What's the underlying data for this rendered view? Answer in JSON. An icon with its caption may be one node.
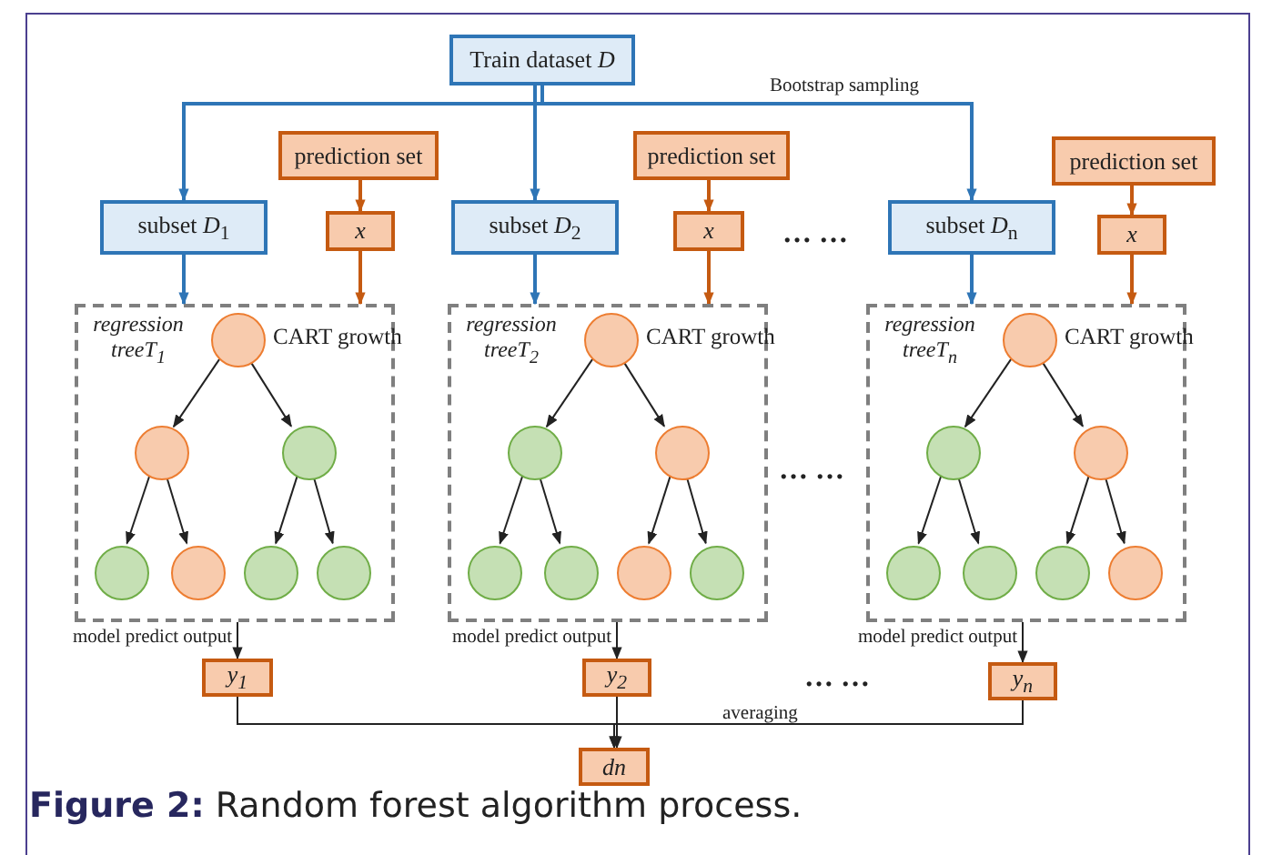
{
  "diagram": {
    "caption": "**Figure 2:** Random forest algorithm process.",
    "nodes": [
      {
        "text": [
          "Train dataset *D*"
        ]
      },
      {
        "text": [
          "prediction set"
        ]
      },
      {
        "text": [
          "prediction set"
        ]
      },
      {
        "text": [
          "prediction set"
        ]
      },
      {
        "text": [
          "subset *D*$_{1}$"
        ]
      },
      {
        "text": [
          "x"
        ]
      },
      {
        "text": [
          "subset *D*$_{2}$"
        ]
      },
      {
        "text": [
          "x"
        ]
      },
      {
        "text": [
          "subset *D*$_{n}$"
        ]
      },
      {
        "text": [
          "x"
        ]
      },
      {
        "text": [
          "regression treeT$_{1}$",
          "CART growth"
        ]
      },
      {
        "text": [],
        "shape": "circle",
        "in": 10
      },
      {
        "text": [],
        "shape": "circle",
        "in": 10
      },
      {
        "text": [],
        "shape": "circle",
        "in": 10
      },
      {
        "text": [],
        "shape": "circle",
        "in": 10
      },
      {
        "text": [],
        "shape": "circle",
        "in": 10
      },
      {
        "text": [],
        "shape": "circle",
        "in": 10
      },
      {
        "text": [],
        "shape": "circle",
        "in": 10
      },
      {
        "text": [
          "regression treeT$_{2}$",
          "CART growth"
        ]
      },
      {
        "text": [],
        "shape": "circle",
        "in": 18
      },
      {
        "text": [],
        "shape": "circle",
        "in": 18
      },
      {
        "text": [],
        "shape": "circle",
        "in": 18
      },
      {
        "text": [],
        "shape": "circle",
        "in": 18
      },
      {
        "text": [],
        "shape": "circle",
        "in": 18
      },
      {
        "text": [],
        "shape": "circle",
        "in": 18
      },
      {
        "text": [],
        "shape": "circle",
        "in": 18
      },
      {
        "text": [
          "regression treeT$_{n}$",
          "CART growth"
        ]
      },
      {
        "text": [],
        "shape": "circle",
        "in": 26
      },
      {
        "text": [],
        "shape": "circle",
        "in": 26
      },
      {
        "text": [],
        "shape": "circle",
        "in": 26
      },
      {
        "text": [],
        "shape": "circle",
        "in": 26
      },
      {
        "text": [],
        "shape": "circle",
        "in": 26
      },
      {
        "text": [],
        "shape": "circle",
        "in": 26
      },
      {
        "text": [],
        "shape": "circle",
        "in": 26
      },
      {
        "text": [
          "y$_{1}$"
        ]
      },
      {
        "text": [
          "y$_{2}$"
        ]
      },
      {
        "text": [
          "y$_{n}$"
        ]
      },
      {
        "text": [
          "dn"
        ]
      }
    ],
    "edges": [
      {
        "from": 0,
        "to": 4,
        "arrow": "to",
        "color": "#2e75b6"
      },
      {
        "from": 0,
        "to": 6,
        "arrow": "to",
        "color": "#2e75b6"
      },
      {
        "from": 0,
        "to": 8,
        "arrow": "to",
        "color": "#2e75b6",
        "label": "Bootstrap sampling"
      },
      {
        "from": 1,
        "to": 5,
        "arrow": "to",
        "color": "#c55a11"
      },
      {
        "from": 2,
        "to": 7,
        "arrow": "to",
        "color": "#c55a11"
      },
      {
        "from": 3,
        "to": 9,
        "arrow": "to",
        "color": "#c55a11"
      },
      {
        "from": 4,
        "to": 10,
        "arrow": "to",
        "color": "#2e75b6"
      },
      {
        "from": 5,
        "to": 10,
        "arrow": "to",
        "color": "#c55a11"
      },
      {
        "from": 6,
        "to": 18,
        "arrow": "to",
        "color": "#2e75b6"
      },
      {
        "from": 7,
        "to": 18,
        "arrow": "to",
        "color": "#c55a11"
      },
      {
        "from": 8,
        "to": 26,
        "arrow": "to",
        "color": "#2e75b6"
      },
      {
        "from": 9,
        "to": 26,
        "arrow": "to",
        "color": "#c55a11"
      },
      {
        "from": 11,
        "to": 12,
        "arrow": "to"
      },
      {
        "from": 11,
        "to": 13,
        "arrow": "to"
      },
      {
        "from": 12,
        "to": 14,
        "arrow": "to"
      },
      {
        "from": 12,
        "to": 15,
        "arrow": "to"
      },
      {
        "from": 13,
        "to": 16,
        "arrow": "to"
      },
      {
        "from": 13,
        "to": 17,
        "arrow": "to"
      },
      {
        "from": 19,
        "to": 20,
        "arrow": "to"
      },
      {
        "from": 19,
        "to": 21,
        "arrow": "to"
      },
      {
        "from": 20,
        "to": 22,
        "arrow": "to"
      },
      {
        "from": 20,
        "to": 23,
        "arrow": "to"
      },
      {
        "from": 21,
        "to": 24,
        "arrow": "to"
      },
      {
        "from": 21,
        "to": 25,
        "arrow": "to"
      },
      {
        "from": 27,
        "to": 28,
        "arrow": "to"
      },
      {
        "from": 27,
        "to": 29,
        "arrow": "to"
      },
      {
        "from": 28,
        "to": 30,
        "arrow": "to"
      },
      {
        "from": 28,
        "to": 31,
        "arrow": "to"
      },
      {
        "from": 29,
        "to": 32,
        "arrow": "to"
      },
      {
        "from": 29,
        "to": 33,
        "arrow": "to"
      },
      {
        "from": 10,
        "to": 34,
        "arrow": "to",
        "label": "model predict output"
      },
      {
        "from": 18,
        "to": 35,
        "arrow": "to",
        "label": "model predict output"
      },
      {
        "from": 26,
        "to": 36,
        "arrow": "to",
        "label": "model predict output"
      },
      {
        "from": 34,
        "to": 37,
        "arrow": "to"
      },
      {
        "from": 35,
        "to": 37,
        "arrow": "to"
      },
      {
        "from": 36,
        "to": 37,
        "arrow": "to",
        "label": "averaging"
      }
    ],
    "labels": [
      "… …",
      "… …",
      "… …"
    ]
  }
}
